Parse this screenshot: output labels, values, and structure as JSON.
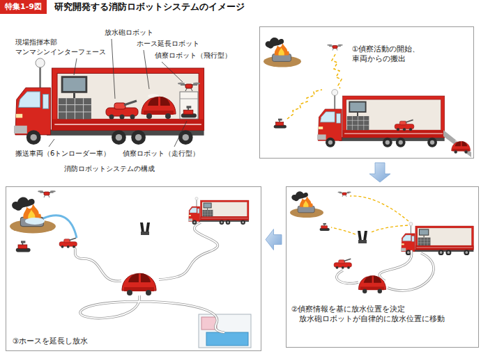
{
  "diagram": {
    "title": "研究開発する消防ロボットシステムのイメージ",
    "nodes": [
      {
        "text": [
          "特集1-9図"
        ]
      },
      {
        "text": [
          "①偵察活動の開始、車両からの搬出"
        ]
      },
      {
        "text": [
          "②偵察情報を基に放水位置を決定 放水砲ロボットが自律的に放水位置に移動"
        ]
      },
      {
        "text": [
          "③ホースを延長し放水"
        ]
      }
    ],
    "edges": [
      {
        "from": 1,
        "to": 2,
        "arrow": "to"
      },
      {
        "from": 2,
        "to": 3,
        "arrow": "to"
      }
    ],
    "labels": [
      "放水砲ロボット",
      "ホース延長ロボット",
      "現場指揮本部 マンマシンインターフェース",
      "偵察ロボット（飛行型）",
      "搬送車両（6トンローダー車）",
      "偵察ロボット（走行型）",
      "消防ロボットシステムの構成"
    ]
  }
}
